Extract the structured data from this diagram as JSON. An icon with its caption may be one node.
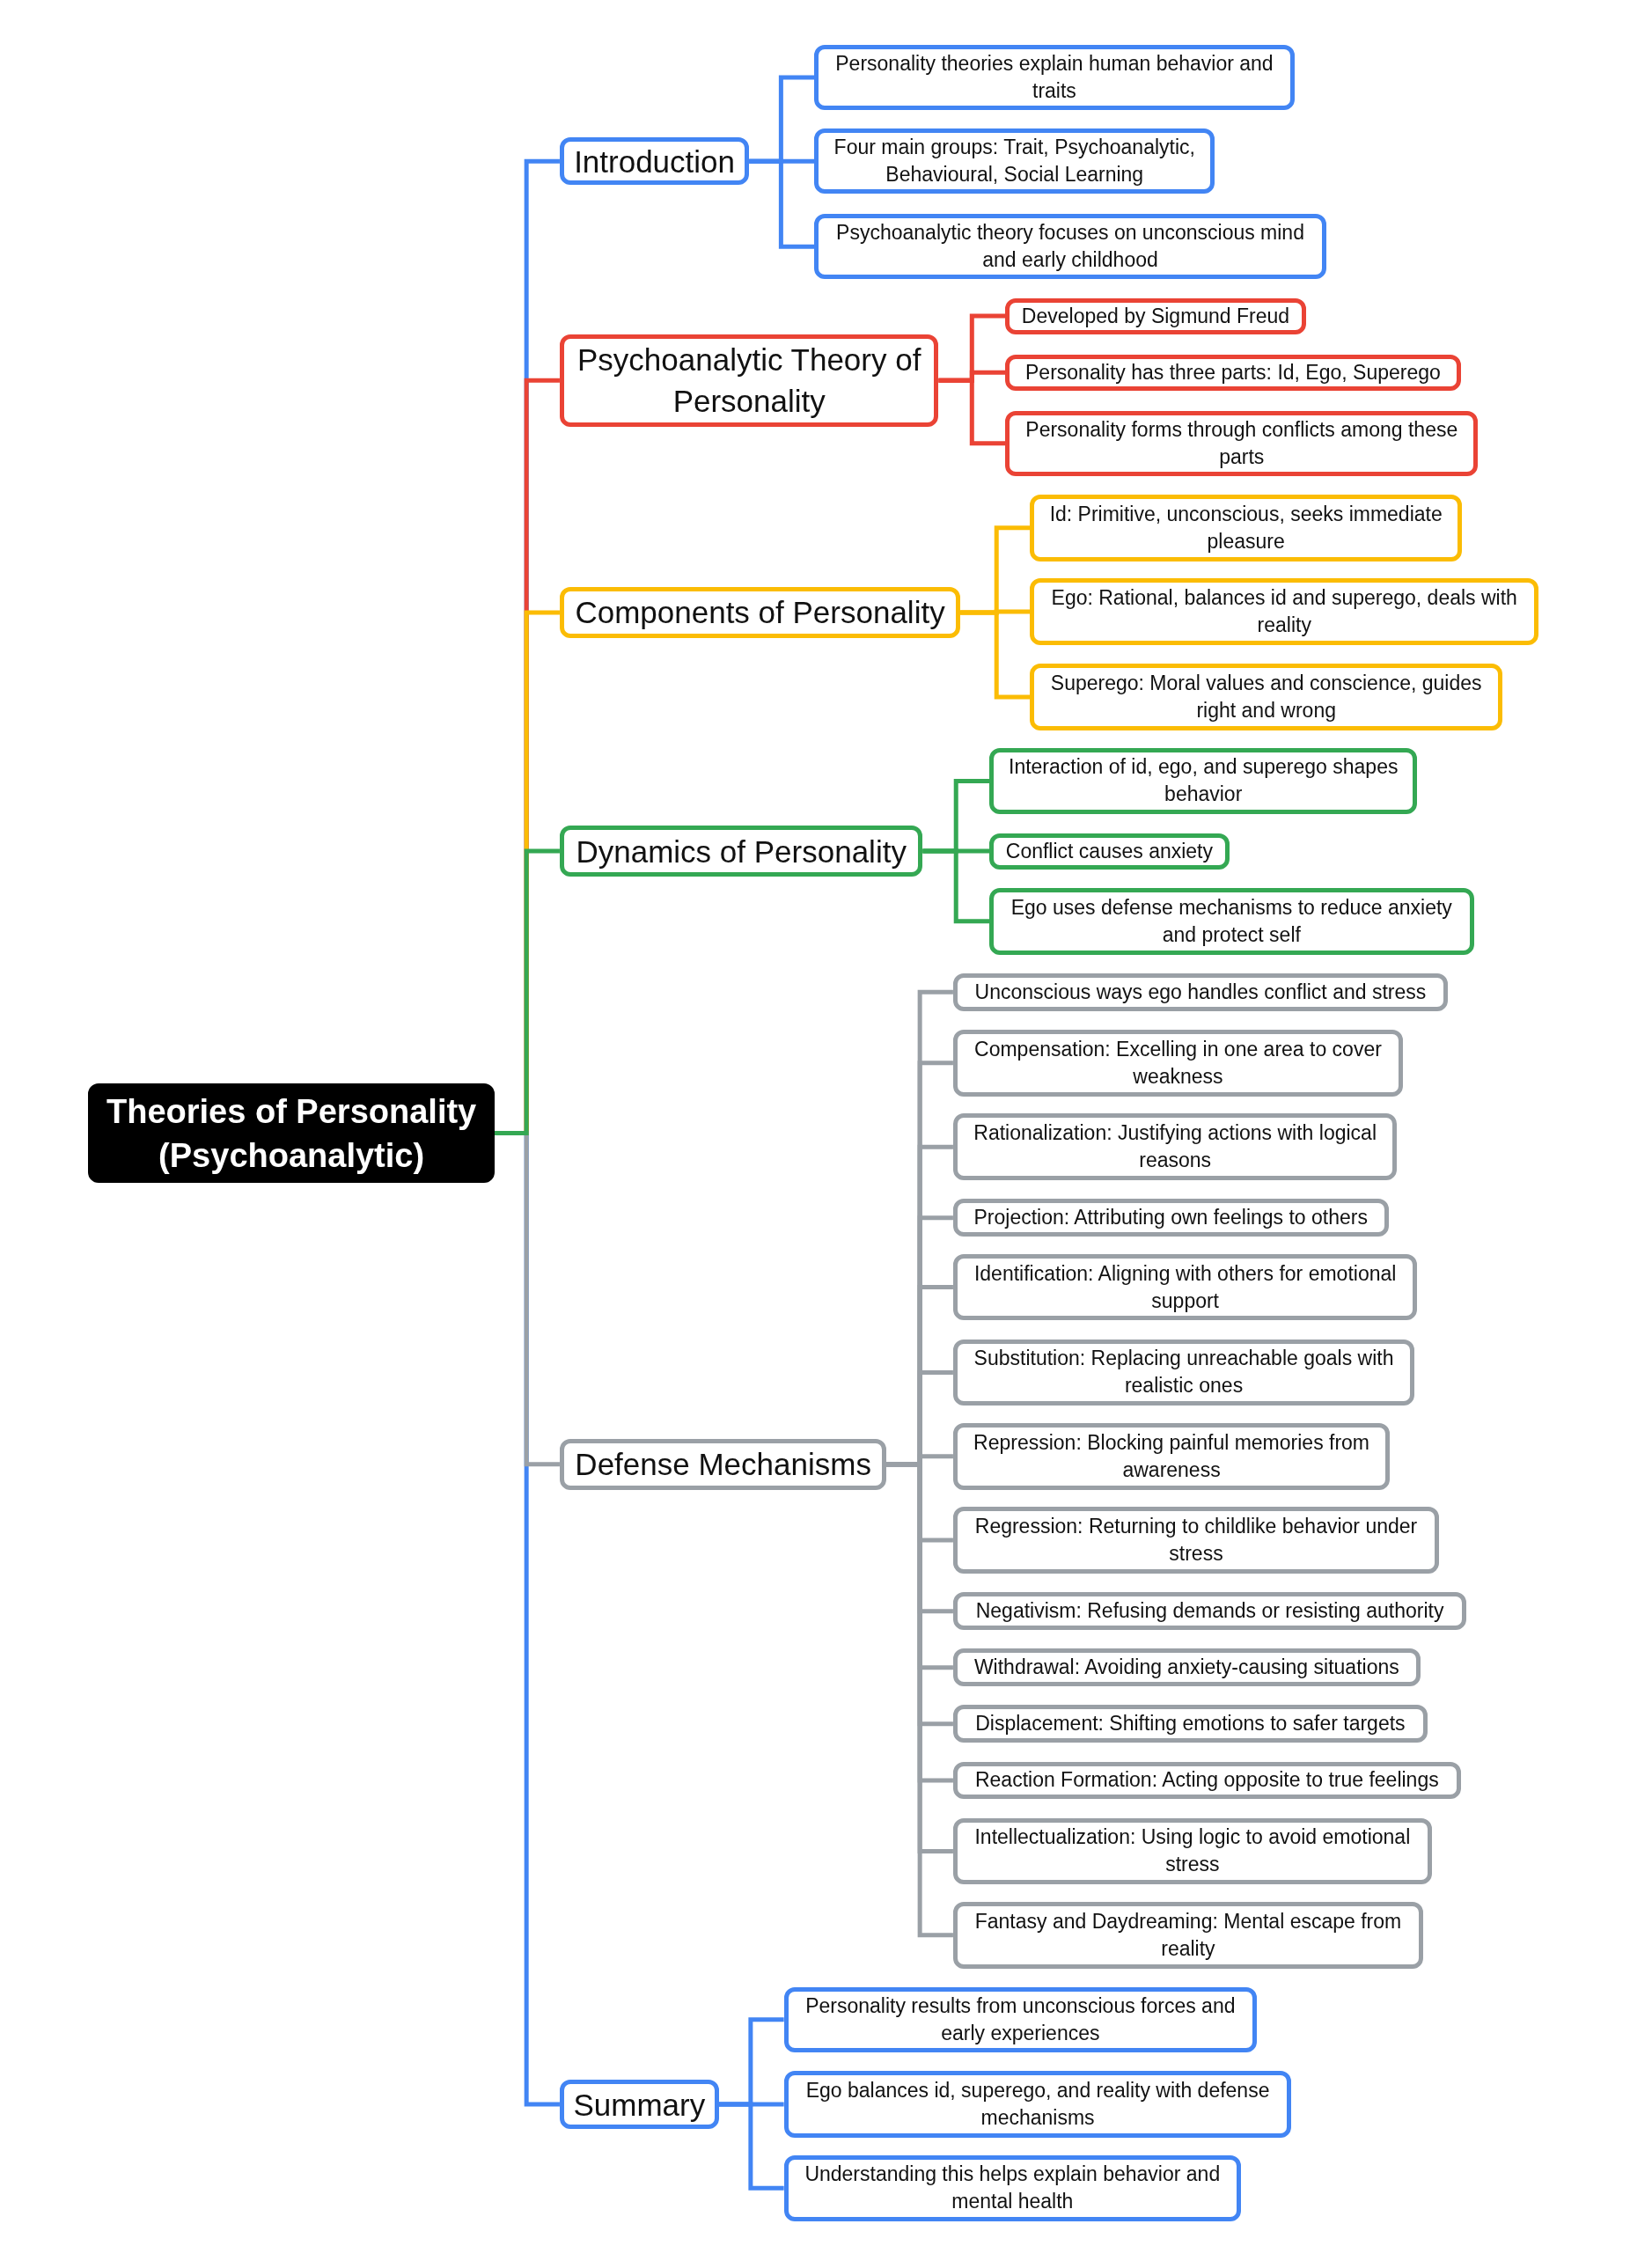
{
  "diagram": {
    "nodes": [
      {
        "text": [
          "Theories of Personality (Psychoanalytic)"
        ]
      },
      {
        "text": [
          "Introduction"
        ]
      },
      {
        "text": [
          "Personality theories explain human behavior and traits"
        ]
      },
      {
        "text": [
          "Four main groups: Trait, Psychoanalytic, Behavioural, Social Learning"
        ]
      },
      {
        "text": [
          "Psychoanalytic theory focuses on unconscious mind and early childhood"
        ]
      },
      {
        "text": [
          "Psychoanalytic Theory of Personality"
        ]
      },
      {
        "text": [
          "Developed by Sigmund Freud"
        ]
      },
      {
        "text": [
          "Personality has three parts: Id, Ego, Superego"
        ]
      },
      {
        "text": [
          "Personality forms through conflicts among these parts"
        ]
      },
      {
        "text": [
          "Components of Personality"
        ]
      },
      {
        "text": [
          "Id: Primitive, unconscious, seeks immediate pleasure"
        ]
      },
      {
        "text": [
          "Ego: Rational, balances id and superego, deals with reality"
        ]
      },
      {
        "text": [
          "Superego: Moral values and conscience, guides right and wrong"
        ]
      },
      {
        "text": [
          "Dynamics of Personality"
        ]
      },
      {
        "text": [
          "Interaction of id, ego, and superego shapes behavior"
        ]
      },
      {
        "text": [
          "Conflict causes anxiety"
        ]
      },
      {
        "text": [
          "Ego uses defense mechanisms to reduce anxiety and protect self"
        ]
      },
      {
        "text": [
          "Defense Mechanisms"
        ]
      },
      {
        "text": [
          "Unconscious ways ego handles conflict and stress"
        ]
      },
      {
        "text": [
          "Compensation: Excelling in one area to cover weakness"
        ]
      },
      {
        "text": [
          "Rationalization: Justifying actions with logical reasons"
        ]
      },
      {
        "text": [
          "Projection: Attributing own feelings to others"
        ]
      },
      {
        "text": [
          "Identification: Aligning with others for emotional support"
        ]
      },
      {
        "text": [
          "Substitution: Replacing unreachable goals with realistic ones"
        ]
      },
      {
        "text": [
          "Repression: Blocking painful memories from awareness"
        ]
      },
      {
        "text": [
          "Regression: Returning to childlike behavior under stress"
        ]
      },
      {
        "text": [
          "Negativism: Refusing demands or resisting authority"
        ]
      },
      {
        "text": [
          "Withdrawal: Avoiding anxiety-causing situations"
        ]
      },
      {
        "text": [
          "Displacement: Shifting emotions to safer targets"
        ]
      },
      {
        "text": [
          "Reaction Formation: Acting opposite to true feelings"
        ]
      },
      {
        "text": [
          "Intellectualization: Using logic to avoid emotional stress"
        ]
      },
      {
        "text": [
          "Fantasy and Daydreaming: Mental escape from reality"
        ]
      },
      {
        "text": [
          "Summary"
        ]
      },
      {
        "text": [
          "Personality results from unconscious forces and early experiences"
        ]
      },
      {
        "text": [
          "Ego balances id, superego, and reality with defense mechanisms"
        ]
      },
      {
        "text": [
          "Understanding this helps explain behavior and mental health"
        ]
      }
    ],
    "edges": [
      {
        "from": 0,
        "to": 1,
        "arrow": "none",
        "color": "#4285f4"
      },
      {
        "from": 1,
        "to": 2,
        "arrow": "none",
        "color": "#4285f4"
      },
      {
        "from": 1,
        "to": 3,
        "arrow": "none",
        "color": "#4285f4"
      },
      {
        "from": 1,
        "to": 4,
        "arrow": "none",
        "color": "#4285f4"
      },
      {
        "from": 0,
        "to": 5,
        "arrow": "none",
        "color": "#ea4335"
      },
      {
        "from": 5,
        "to": 6,
        "arrow": "none",
        "color": "#ea4335"
      },
      {
        "from": 5,
        "to": 7,
        "arrow": "none",
        "color": "#ea4335"
      },
      {
        "from": 5,
        "to": 8,
        "arrow": "none",
        "color": "#ea4335"
      },
      {
        "from": 0,
        "to": 9,
        "arrow": "none",
        "color": "#fbbc04"
      },
      {
        "from": 9,
        "to": 10,
        "arrow": "none",
        "color": "#fbbc04"
      },
      {
        "from": 9,
        "to": 11,
        "arrow": "none",
        "color": "#fbbc04"
      },
      {
        "from": 9,
        "to": 12,
        "arrow": "none",
        "color": "#fbbc04"
      },
      {
        "from": 0,
        "to": 13,
        "arrow": "none",
        "color": "#34a853"
      },
      {
        "from": 13,
        "to": 14,
        "arrow": "none",
        "color": "#34a853"
      },
      {
        "from": 13,
        "to": 15,
        "arrow": "none",
        "color": "#34a853"
      },
      {
        "from": 13,
        "to": 16,
        "arrow": "none",
        "color": "#34a853"
      },
      {
        "from": 0,
        "to": 17,
        "arrow": "none",
        "color": "#9aa0a6"
      },
      {
        "from": 17,
        "to": 18,
        "arrow": "none",
        "color": "#9aa0a6"
      },
      {
        "from": 17,
        "to": 19,
        "arrow": "none",
        "color": "#9aa0a6"
      },
      {
        "from": 17,
        "to": 20,
        "arrow": "none",
        "color": "#9aa0a6"
      },
      {
        "from": 17,
        "to": 21,
        "arrow": "none",
        "color": "#9aa0a6"
      },
      {
        "from": 17,
        "to": 22,
        "arrow": "none",
        "color": "#9aa0a6"
      },
      {
        "from": 17,
        "to": 23,
        "arrow": "none",
        "color": "#9aa0a6"
      },
      {
        "from": 17,
        "to": 24,
        "arrow": "none",
        "color": "#9aa0a6"
      },
      {
        "from": 17,
        "to": 25,
        "arrow": "none",
        "color": "#9aa0a6"
      },
      {
        "from": 17,
        "to": 26,
        "arrow": "none",
        "color": "#9aa0a6"
      },
      {
        "from": 17,
        "to": 27,
        "arrow": "none",
        "color": "#9aa0a6"
      },
      {
        "from": 17,
        "to": 28,
        "arrow": "none",
        "color": "#9aa0a6"
      },
      {
        "from": 17,
        "to": 29,
        "arrow": "none",
        "color": "#9aa0a6"
      },
      {
        "from": 17,
        "to": 30,
        "arrow": "none",
        "color": "#9aa0a6"
      },
      {
        "from": 17,
        "to": 31,
        "arrow": "none",
        "color": "#9aa0a6"
      },
      {
        "from": 0,
        "to": 32,
        "arrow": "none",
        "color": "#4285f4"
      },
      {
        "from": 32,
        "to": 33,
        "arrow": "none",
        "color": "#4285f4"
      },
      {
        "from": 32,
        "to": 34,
        "arrow": "none",
        "color": "#4285f4"
      },
      {
        "from": 32,
        "to": 35,
        "arrow": "none",
        "color": "#4285f4"
      }
    ]
  }
}
